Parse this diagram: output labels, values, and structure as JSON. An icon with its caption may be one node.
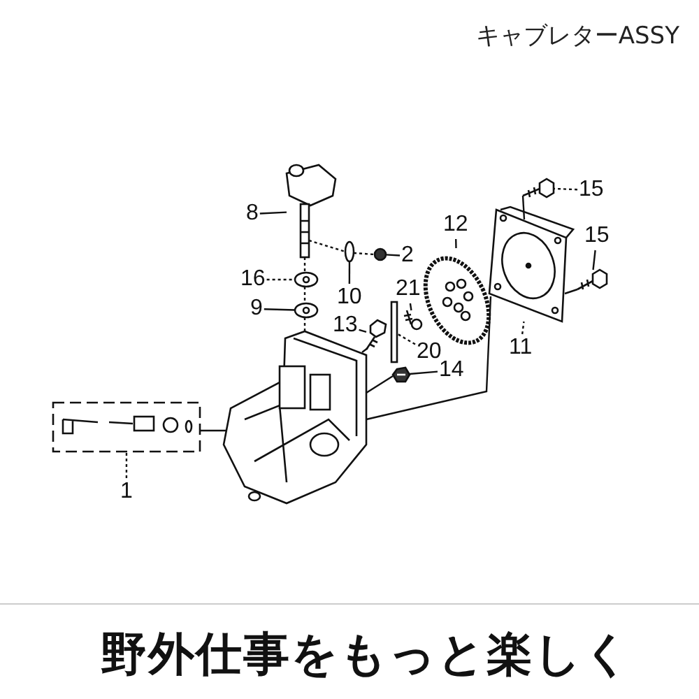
{
  "diagram": {
    "title": "キャブレターASSY",
    "caption": "野外仕事をもっと楽しく",
    "nodes": [
      {
        "text": [
          "8"
        ]
      },
      {
        "text": [
          "2"
        ]
      },
      {
        "text": [
          "10"
        ]
      },
      {
        "text": [
          "16"
        ]
      },
      {
        "text": [
          "9"
        ]
      },
      {
        "text": [
          "13"
        ]
      },
      {
        "text": [
          "21"
        ]
      },
      {
        "text": [
          "20"
        ]
      },
      {
        "text": [
          "14"
        ]
      },
      {
        "text": [
          "12"
        ]
      },
      {
        "text": [
          "15"
        ]
      },
      {
        "text": [
          "15"
        ]
      },
      {
        "text": [
          "11"
        ]
      },
      {
        "text": [
          "1"
        ]
      },
      {
        "text": [],
        "shape": "picture"
      },
      {
        "text": [],
        "shape": "circle"
      },
      {
        "text": [],
        "shape": "circle"
      },
      {
        "text": [],
        "shape": "picture"
      },
      {
        "text": [],
        "shape": "picture"
      },
      {
        "text": [],
        "shape": "picture"
      },
      {
        "text": [],
        "shape": "picture"
      },
      {
        "text": [],
        "shape": "bar"
      },
      {
        "text": [],
        "shape": "picture"
      },
      {
        "text": [],
        "shape": "picture"
      },
      {
        "text": [],
        "shape": "picture"
      },
      {
        "text": [],
        "shape": "picture"
      },
      {
        "text": [],
        "shape": "picture"
      },
      {
        "text": [],
        "shape": "picture"
      },
      {
        "text": [],
        "shape": "picture"
      }
    ],
    "edges": [
      {
        "from": 0,
        "to": 14,
        "arrow": "none"
      },
      {
        "from": 1,
        "to": 16,
        "arrow": "none"
      },
      {
        "from": 2,
        "to": 15,
        "arrow": "none"
      },
      {
        "from": 3,
        "to": 17,
        "arrow": "none",
        "style": "dashed"
      },
      {
        "from": 4,
        "to": 18,
        "arrow": "none"
      },
      {
        "from": 5,
        "to": 19,
        "arrow": "none"
      },
      {
        "from": 6,
        "to": 20,
        "arrow": "none"
      },
      {
        "from": 7,
        "to": 21,
        "arrow": "none",
        "style": "dashed"
      },
      {
        "from": 8,
        "to": 22,
        "arrow": "none"
      },
      {
        "from": 9,
        "to": 23,
        "arrow": "none"
      },
      {
        "from": 10,
        "to": 24,
        "arrow": "none",
        "style": "dashed"
      },
      {
        "from": 11,
        "to": 25,
        "arrow": "none"
      },
      {
        "from": 12,
        "to": 26,
        "arrow": "none",
        "style": "dashed"
      },
      {
        "from": 13,
        "to": 27,
        "arrow": "none",
        "style": "dashed"
      },
      {
        "from": 14,
        "to": 15,
        "arrow": "none",
        "style": "dashed"
      },
      {
        "from": 15,
        "to": 16,
        "arrow": "none",
        "style": "dashed"
      },
      {
        "from": 14,
        "to": 17,
        "arrow": "none",
        "style": "dashed"
      },
      {
        "from": 17,
        "to": 18,
        "arrow": "none",
        "style": "dashed"
      },
      {
        "from": 18,
        "to": 28,
        "arrow": "none",
        "style": "dashed"
      },
      {
        "from": 19,
        "to": 28,
        "arrow": "none"
      },
      {
        "from": 22,
        "to": 28,
        "arrow": "none"
      },
      {
        "from": 26,
        "to": 28,
        "arrow": "none"
      },
      {
        "from": 24,
        "to": 26,
        "arrow": "none"
      },
      {
        "from": 25,
        "to": 26,
        "arrow": "none"
      },
      {
        "from": 27,
        "to": 28,
        "arrow": "none"
      }
    ]
  }
}
